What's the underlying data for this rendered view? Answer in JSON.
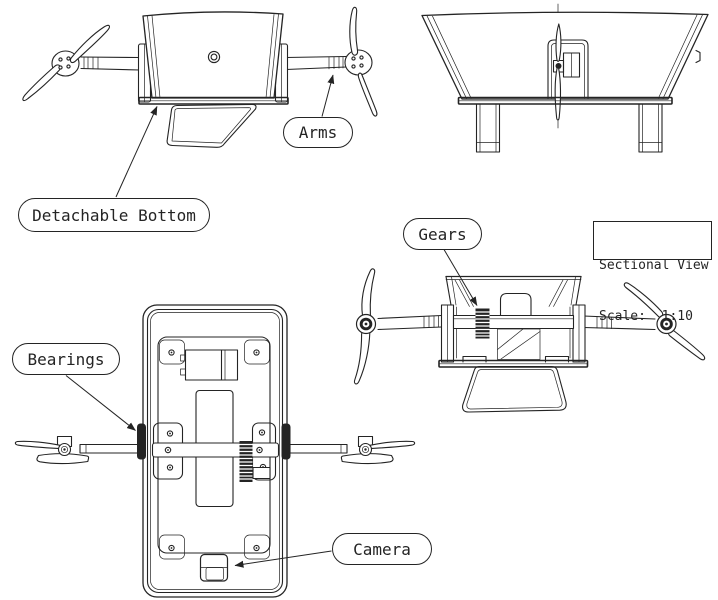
{
  "colors": {
    "ink": "#242424",
    "paper": "#ffffff"
  },
  "callouts": {
    "arms": {
      "label": "Arms"
    },
    "detachable_bottom": {
      "label": "Detachable Bottom"
    },
    "gears": {
      "label": "Gears"
    },
    "bearings": {
      "label": "Bearings"
    },
    "camera": {
      "label": "Camera"
    }
  },
  "title_block": {
    "view_name": "Sectional View",
    "scale_label": "Scale:  1:10"
  }
}
